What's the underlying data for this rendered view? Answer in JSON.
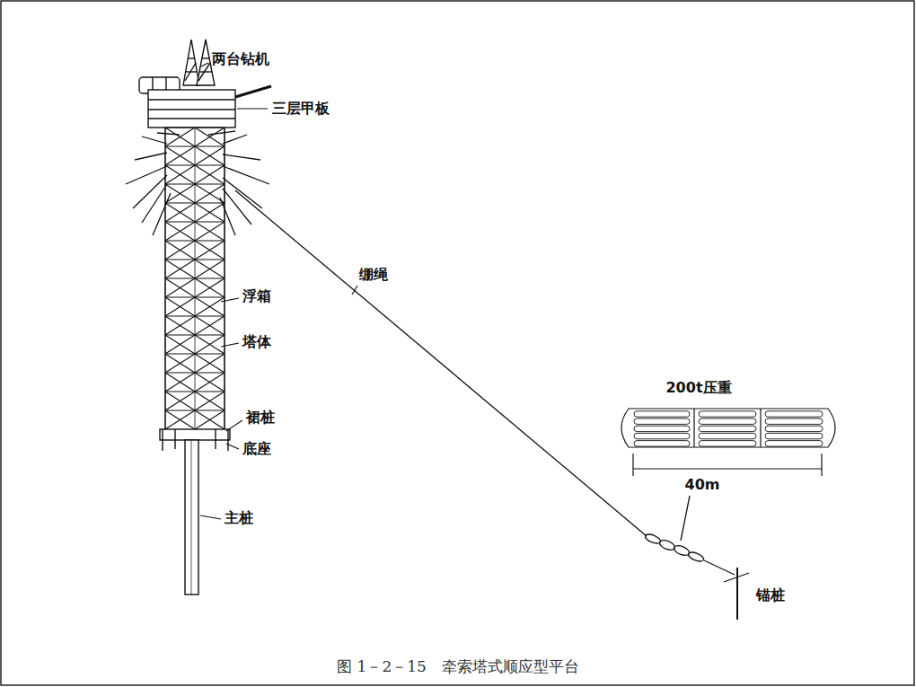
{
  "diagram": {
    "caption": "图 1－2－15　牵索塔式顺应型平台",
    "labels": [
      "两台钻机",
      "三层甲板",
      "绷绳",
      "浮箱",
      "塔体",
      "裙桩",
      "底座",
      "主桩",
      "200t压重",
      "40m",
      "锚桩"
    ]
  }
}
